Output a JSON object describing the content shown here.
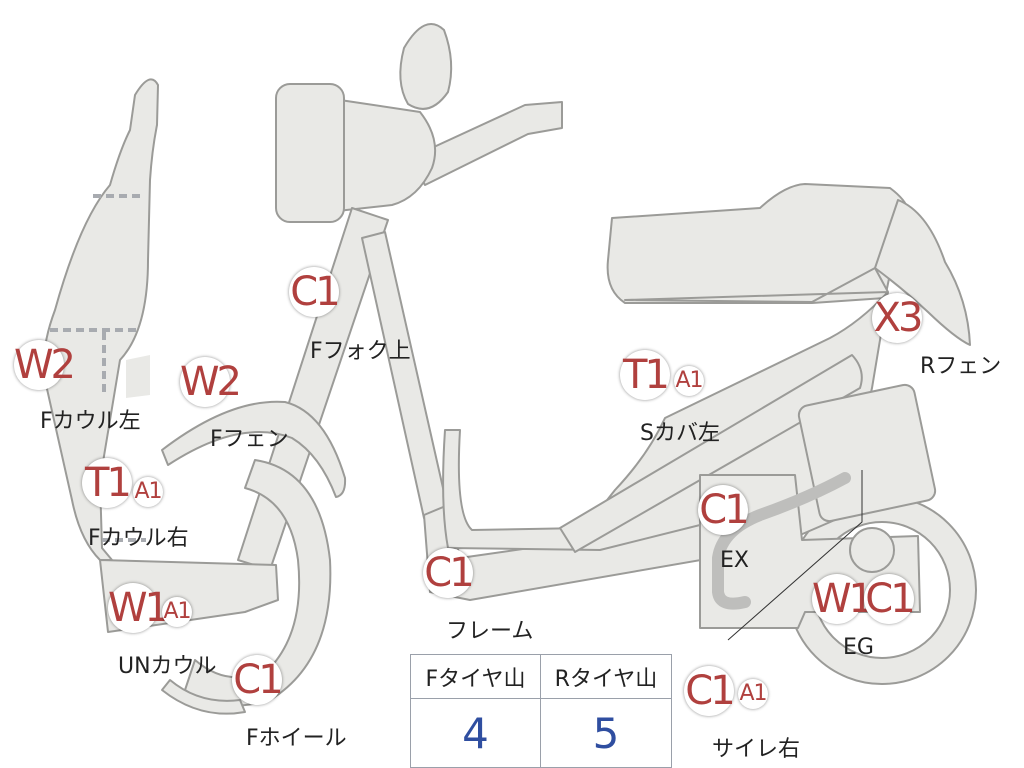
{
  "colors": {
    "part_fill": "#e9e9e6",
    "part_stroke": "#9b9b98",
    "damage_text": "#b0403e",
    "value_text": "#2f4ea0"
  },
  "parts": [
    {
      "id": "f-cowl-left",
      "codes": [
        "W2"
      ],
      "label": "Fカウル左"
    },
    {
      "id": "f-cowl-right",
      "codes": [
        "T1",
        "A1"
      ],
      "label": "Fカウル右"
    },
    {
      "id": "un-cowl",
      "codes": [
        "W1",
        "A1"
      ],
      "label": "UNカウル"
    },
    {
      "id": "f-fender",
      "codes": [
        "W2"
      ],
      "label": "Fフェン"
    },
    {
      "id": "f-fork-upper",
      "codes": [
        "C1"
      ],
      "label": "Fフォク上"
    },
    {
      "id": "f-wheel",
      "codes": [
        "C1"
      ],
      "label": "Fホイール"
    },
    {
      "id": "frame",
      "codes": [
        "C1"
      ],
      "label": "フレーム"
    },
    {
      "id": "s-cover-left",
      "codes": [
        "T1",
        "A1"
      ],
      "label": "Sカバ左"
    },
    {
      "id": "r-fender",
      "codes": [
        "X3"
      ],
      "label": "Rフェン"
    },
    {
      "id": "exhaust",
      "codes": [
        "C1"
      ],
      "label": "EX"
    },
    {
      "id": "engine",
      "codes": [
        "W1",
        "C1"
      ],
      "label": "EG"
    },
    {
      "id": "muffler-right",
      "codes": [
        "C1",
        "A1"
      ],
      "label": "サイレ右"
    }
  ],
  "tires": {
    "front": {
      "label": "Fタイヤ山",
      "value": "4"
    },
    "rear": {
      "label": "Rタイヤ山",
      "value": "5"
    }
  }
}
